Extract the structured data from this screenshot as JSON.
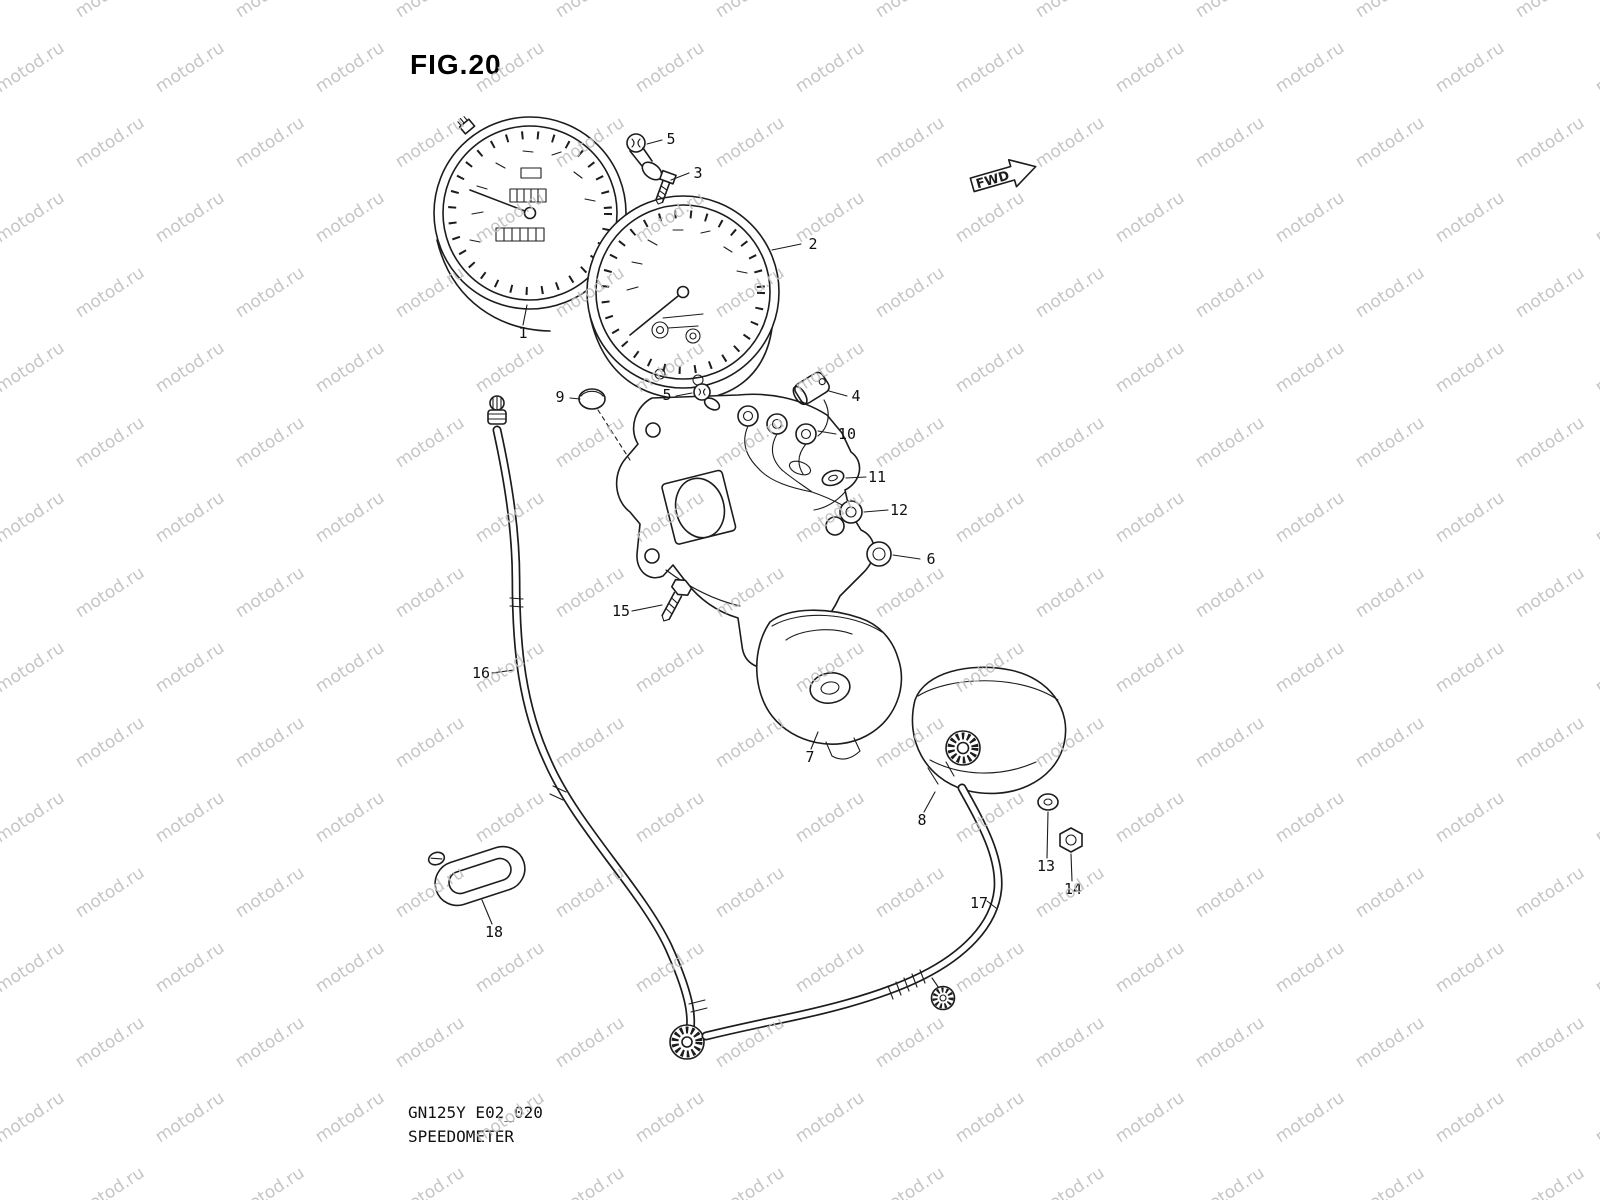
{
  "figure": {
    "title": "FIG.20",
    "model_code": "GN125Y E02_020",
    "caption": "SPEEDOMETER",
    "fwd_label": "FWD"
  },
  "watermark": {
    "text": "motod.ru",
    "color": "#bfbfbf"
  },
  "colors": {
    "background": "#ffffff",
    "line": "#1c1c1c",
    "watermark": "#bfbfbf"
  },
  "callouts": [
    "1",
    "2",
    "5",
    "3",
    "9",
    "5",
    "4",
    "10",
    "11",
    "12",
    "6",
    "15",
    "16",
    "7",
    "8",
    "13",
    "14",
    "17",
    "18"
  ]
}
